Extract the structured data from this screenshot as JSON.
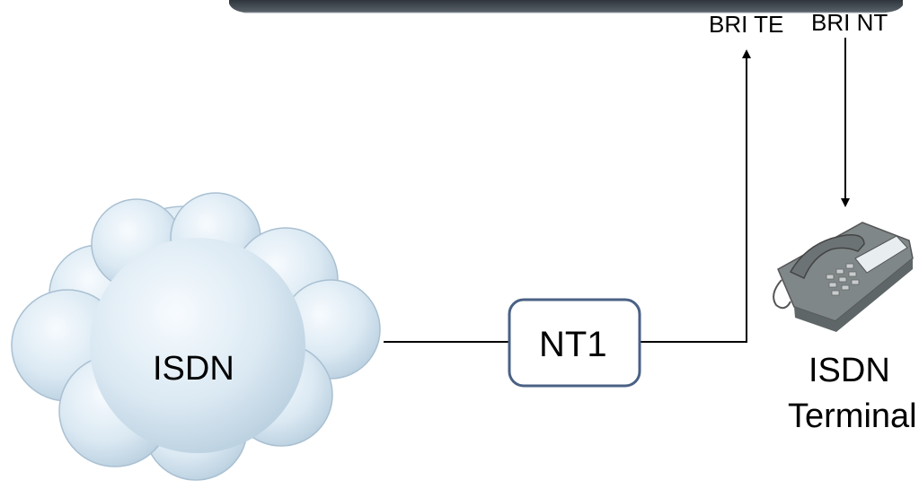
{
  "ports": {
    "bri_te": "BRI TE",
    "bri_nt": "BRI NT"
  },
  "isdn_cloud": {
    "label": "ISDN"
  },
  "nt1_box": {
    "label": "NT1",
    "border_color": "#4a6184"
  },
  "terminal": {
    "line1": "ISDN",
    "line2": "Terminal",
    "icon": "telephone-icon"
  },
  "device_strip_color": "#3b4149"
}
